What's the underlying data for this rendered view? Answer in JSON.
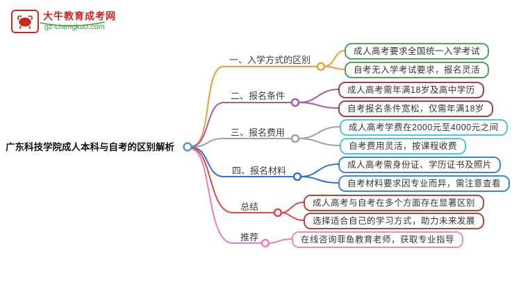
{
  "logo": {
    "title": "大牛教育成考网",
    "url": "gz-chengkao.com",
    "brand_red": "#c8281e",
    "brand_green": "#3a9e3a"
  },
  "central": {
    "title": "广东科技学院成人本科与自考的区别解析",
    "node_color": "#4a9bd5"
  },
  "branches": [
    {
      "label": "一、入学方式的区别",
      "color": "#f09a38",
      "child_border": "#53a159",
      "children": [
        "成人高考要求全国统一入学考试",
        "自考无入学考试要求，报名灵活"
      ]
    },
    {
      "label": "二、报名条件",
      "color": "#a25ca5",
      "child_border": "#a93b4d",
      "children": [
        "成人高考需年满18岁及高中学历",
        "自考报名条件宽松，仅需年满18岁"
      ]
    },
    {
      "label": "三、报名费用",
      "color": "#9aa0a6",
      "child_border": "#4cc8d9",
      "children": [
        "成人高考学费在2000元至4000元之间",
        "自考费用灵活，按课程收费"
      ]
    },
    {
      "label": "四、报名材料",
      "color": "#2f6fd6",
      "child_border": "#3b86d8",
      "children": [
        "成人高考需身份证、学历证书及照片",
        "自考材料要求因专业而异，需注意查看"
      ]
    },
    {
      "label": "总结",
      "color": "#de4747",
      "child_border": "#b24538",
      "children": [
        "成人高考与自考在多个方面存在显著区别",
        "选择适合自己的学习方式，助力未来发展"
      ]
    },
    {
      "label": "推荐",
      "color": "#ef7bb5",
      "child_border": "#f08ab8",
      "children": [
        "在线咨询菲鱼教育老师，获取专业指导"
      ]
    }
  ]
}
